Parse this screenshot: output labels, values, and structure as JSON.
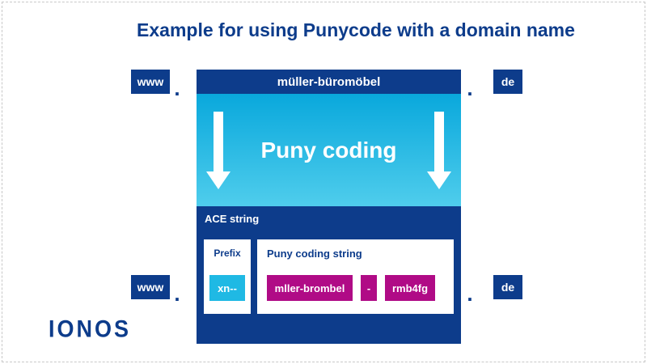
{
  "title": "Example for using Punycode with a domain name",
  "colors": {
    "dark_blue": "#0d3c8b",
    "cyan": "#1fb9e4",
    "cyan_gradient_top": "#09a8dc",
    "cyan_gradient_bottom": "#4fcdec",
    "magenta": "#b00b86"
  },
  "top_row": {
    "subdomain": "www",
    "separator": ".",
    "domain": "müller-büromöbel",
    "tld": "de"
  },
  "puny_coding": {
    "label": "Puny coding"
  },
  "ace": {
    "label": "ACE string",
    "prefix": {
      "label": "Prefix",
      "value": "xn--"
    },
    "puny_string": {
      "label": "Puny coding string",
      "parts": [
        "mller-brombel",
        "-",
        "rmb4fg"
      ]
    }
  },
  "bottom_row": {
    "subdomain": "www",
    "separator": ".",
    "tld": "de"
  },
  "logo": "IONOS"
}
